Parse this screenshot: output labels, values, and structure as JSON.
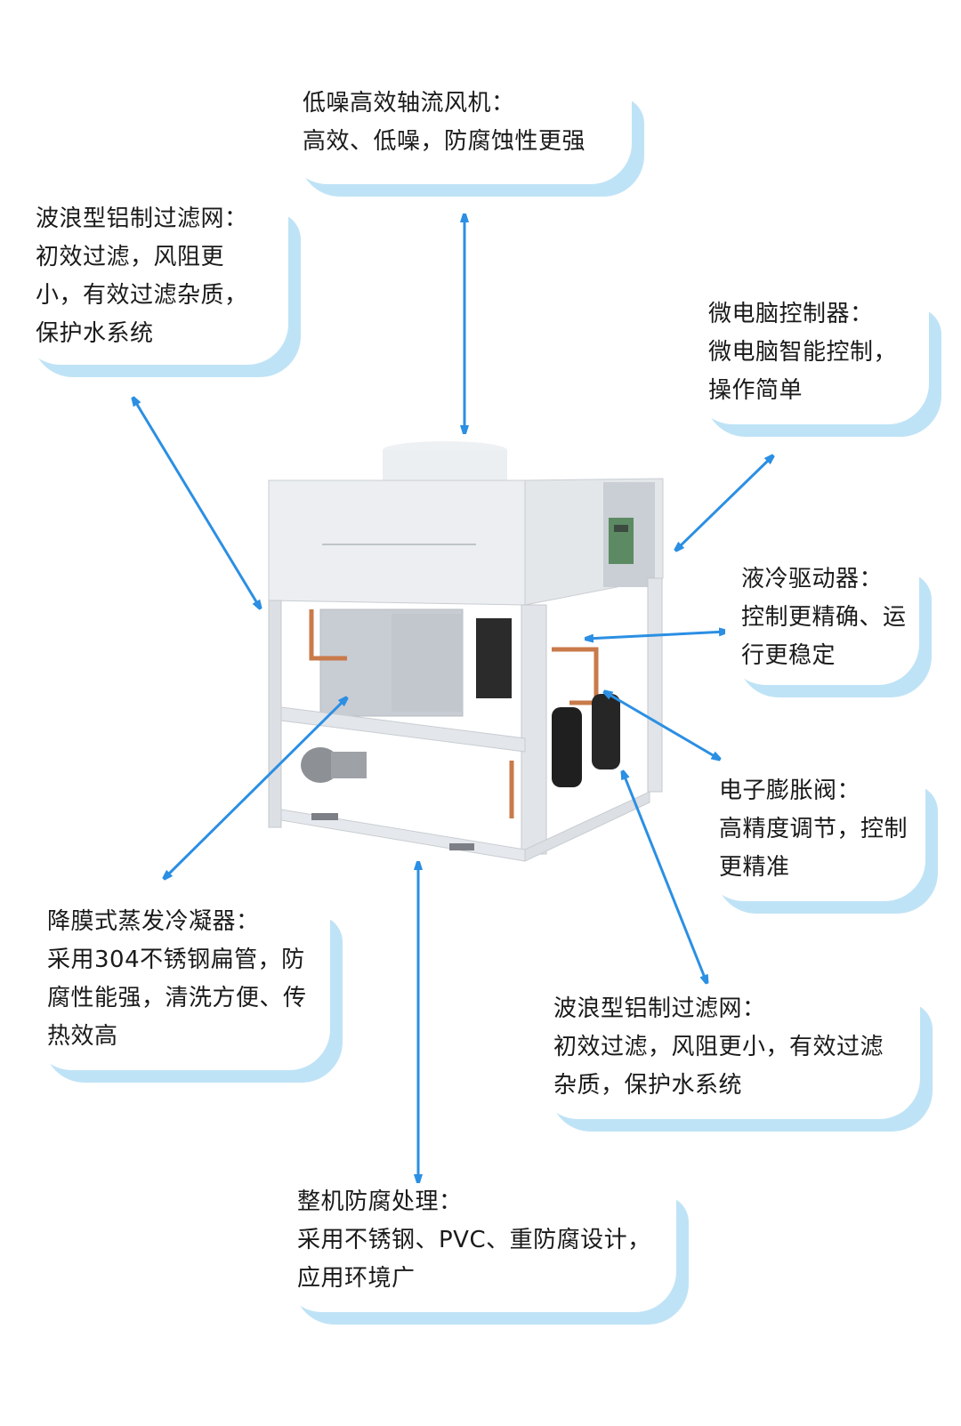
{
  "callouts": {
    "fan": {
      "lines": [
        "低噪高效轴流风机：",
        "高效、低噪，防腐蚀性更强"
      ]
    },
    "filter_left": {
      "lines": [
        "波浪型铝制过滤网：",
        "初效过滤，风阻更",
        "小，有效过滤杂质，",
        "保护水系统"
      ]
    },
    "controller": {
      "lines": [
        "微电脑控制器：",
        "微电脑智能控制，",
        "操作简单"
      ]
    },
    "driver": {
      "lines": [
        "液冷驱动器：",
        "控制更精确、运",
        "行更稳定"
      ]
    },
    "valve": {
      "lines": [
        "电子膨胀阀：",
        "高精度调节，控制",
        "更精准"
      ]
    },
    "condenser": {
      "lines": [
        "降膜式蒸发冷凝器：",
        "采用304不锈钢扁管，防",
        "腐性能强，清洗方便、传",
        "热效高"
      ]
    },
    "filter_right": {
      "lines": [
        "波浪型铝制过滤网：",
        "初效过滤，风阻更小，有效过滤",
        "杂质，保护水系统"
      ]
    },
    "anticorrosion": {
      "lines": [
        "整机防腐处理：",
        "采用不锈钢、PVC、重防腐设计，",
        "应用环境广"
      ]
    }
  },
  "colors": {
    "arrow": "#2b8fe3",
    "callout_shadow": "#bfe3f6",
    "cabinet": "#e9ebee",
    "copper": "#c97a4a"
  }
}
